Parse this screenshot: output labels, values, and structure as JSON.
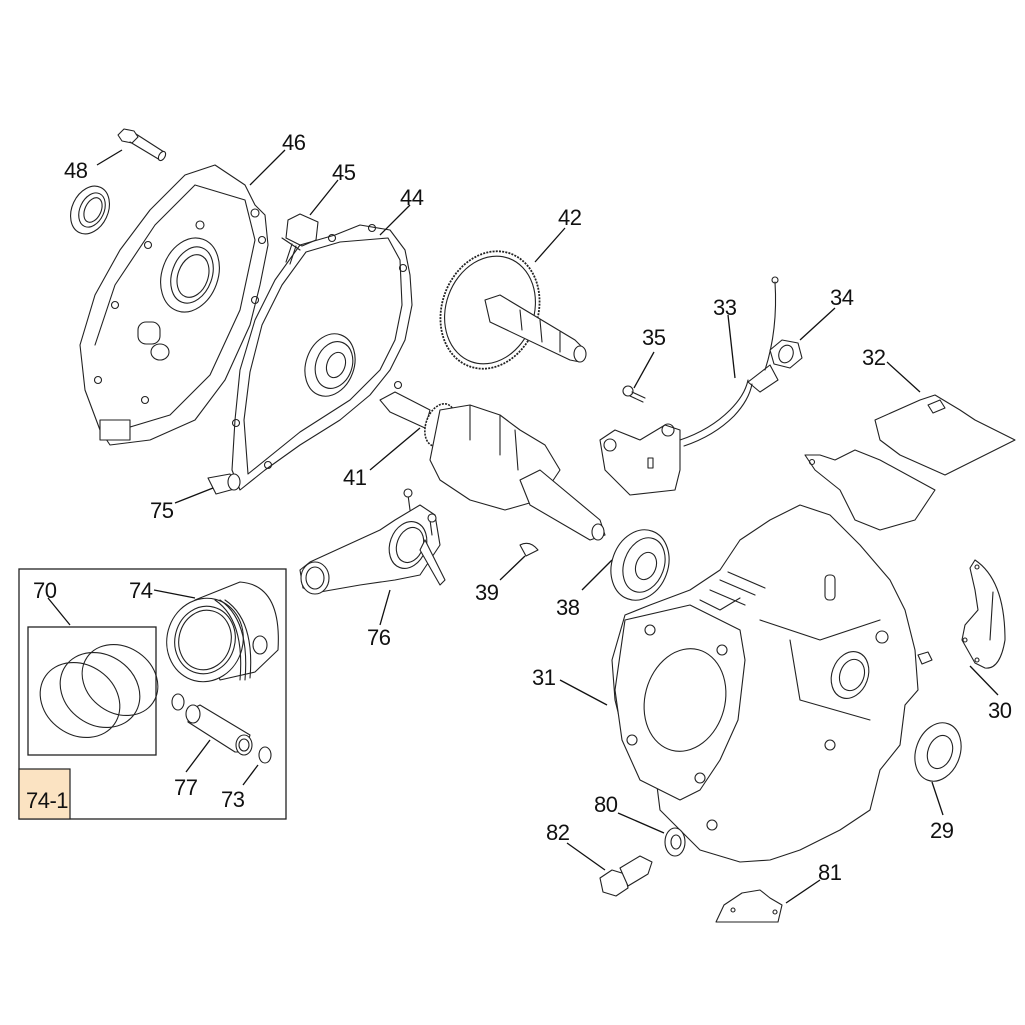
{
  "diagram": {
    "type": "exploded-parts-diagram",
    "subject": "engine crankcase assembly",
    "kit": {
      "label": "74-1",
      "highlight_color": "#fbe3c2",
      "contains": [
        "70",
        "74",
        "77",
        "73"
      ]
    },
    "callouts": [
      {
        "id": "48",
        "part": "bolt"
      },
      {
        "id": "46",
        "part": "crankcase cover"
      },
      {
        "id": "45",
        "part": "oil sensor"
      },
      {
        "id": "44",
        "part": "gasket"
      },
      {
        "id": "42",
        "part": "camshaft"
      },
      {
        "id": "41",
        "part": "crankshaft"
      },
      {
        "id": "75",
        "part": "dowel pin"
      },
      {
        "id": "35",
        "part": "bolt"
      },
      {
        "id": "33",
        "part": "ignition coil"
      },
      {
        "id": "34",
        "part": "nut"
      },
      {
        "id": "32",
        "part": "cover plate"
      },
      {
        "id": "39",
        "part": "key"
      },
      {
        "id": "38",
        "part": "bearing"
      },
      {
        "id": "76",
        "part": "connecting rod"
      },
      {
        "id": "70",
        "part": "piston ring set"
      },
      {
        "id": "74",
        "part": "piston"
      },
      {
        "id": "77",
        "part": "piston pin"
      },
      {
        "id": "73",
        "part": "circlip"
      },
      {
        "id": "31",
        "part": "crankcase"
      },
      {
        "id": "30",
        "part": "bracket"
      },
      {
        "id": "29",
        "part": "oil seal"
      },
      {
        "id": "80",
        "part": "washer"
      },
      {
        "id": "82",
        "part": "drain bolt"
      },
      {
        "id": "81",
        "part": "plate"
      }
    ]
  },
  "labels": {
    "c48": "48",
    "c46": "46",
    "c45": "45",
    "c44": "44",
    "c42": "42",
    "c41": "41",
    "c75": "75",
    "c35": "35",
    "c33": "33",
    "c34": "34",
    "c32": "32",
    "c39": "39",
    "c38": "38",
    "c76": "76",
    "c70": "70",
    "c74": "74",
    "c77": "77",
    "c73": "73",
    "c31": "31",
    "c30": "30",
    "c29": "29",
    "c80": "80",
    "c82": "82",
    "c81": "81",
    "kit": "74-1"
  }
}
